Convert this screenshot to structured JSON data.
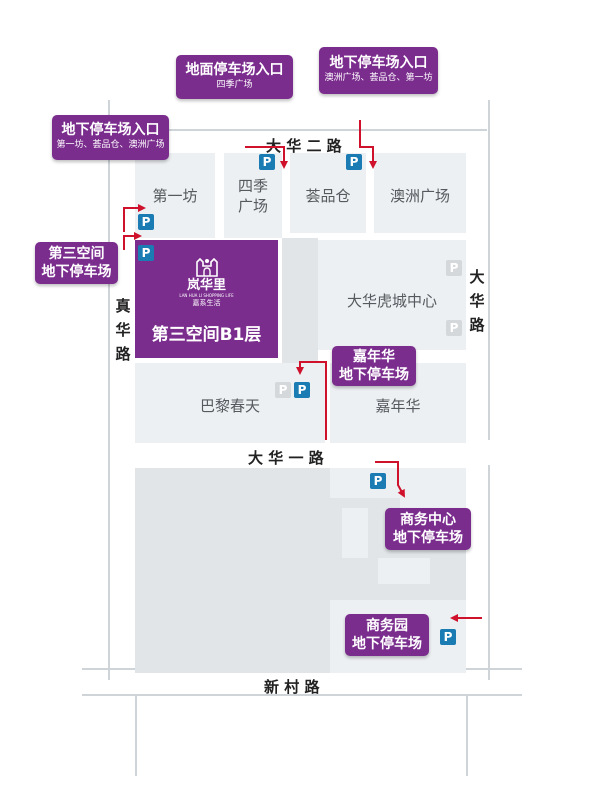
{
  "colors": {
    "brand_purple": "#7b2d8e",
    "parking_blue": "#1b7bb3",
    "arrow_red": "#d0112b",
    "block_gray": "#edf0f3"
  },
  "roads": {
    "dahua_er": "大 华 二 路",
    "dahua_yi": "大 华 一 路",
    "xincun": "新 村 路",
    "zhenhua": [
      "真",
      "华",
      "路"
    ],
    "dahua_right": [
      "大",
      "华",
      "路"
    ]
  },
  "buildings": {
    "diyifang": "第一坊",
    "siji_1": "四季",
    "siji_2": "广场",
    "huipincang": "荟品仓",
    "aozhou": "澳洲广场",
    "huchengzhongxin": "大华虎城中心",
    "bali": "巴黎春天",
    "jianianhua": "嘉年华"
  },
  "featured": {
    "logo_name": "岚华里",
    "logo_sub_en": "LAN HUA LI SHOPPING LIFE",
    "logo_sub_cn": "嘉系生活",
    "title": "第三空间B1层"
  },
  "callouts": {
    "surface": {
      "title": "地面停车场入口",
      "sub": "四季广场"
    },
    "under_right": {
      "title": "地下停车场入口",
      "sub": "澳洲广场、荟品仓、第一坊"
    },
    "under_left": {
      "title": "地下停车场入口",
      "sub": "第一坊、荟品仓、澳洲广场"
    },
    "third_space": {
      "line1": "第三空间",
      "line2": "地下停车场"
    },
    "jianianhua": {
      "line1": "嘉年华",
      "line2": "地下停车场"
    },
    "business_center": {
      "line1": "商务中心",
      "line2": "地下停车场"
    },
    "business_park": {
      "line1": "商务园",
      "line2": "地下停车场"
    }
  },
  "parking_symbol": "P"
}
